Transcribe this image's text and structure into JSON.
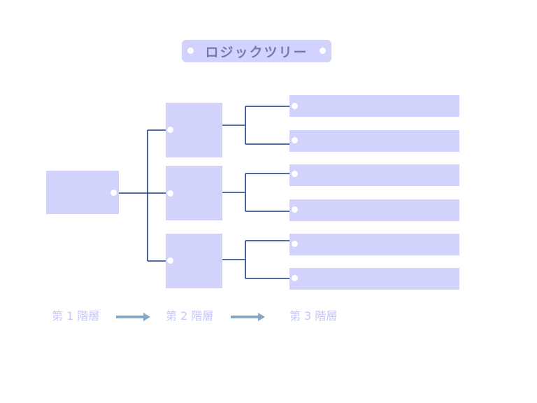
{
  "title": "ロジックツリー",
  "levels": [
    "第 1 階層",
    "第 2 階層",
    "第 3 階層"
  ],
  "colors": {
    "box_fill": "#d2d3fd",
    "title_text": "#7678b0",
    "connector": "#1f3a82",
    "level_text": "#c4c6f7",
    "arrow": "#86a8c6"
  }
}
